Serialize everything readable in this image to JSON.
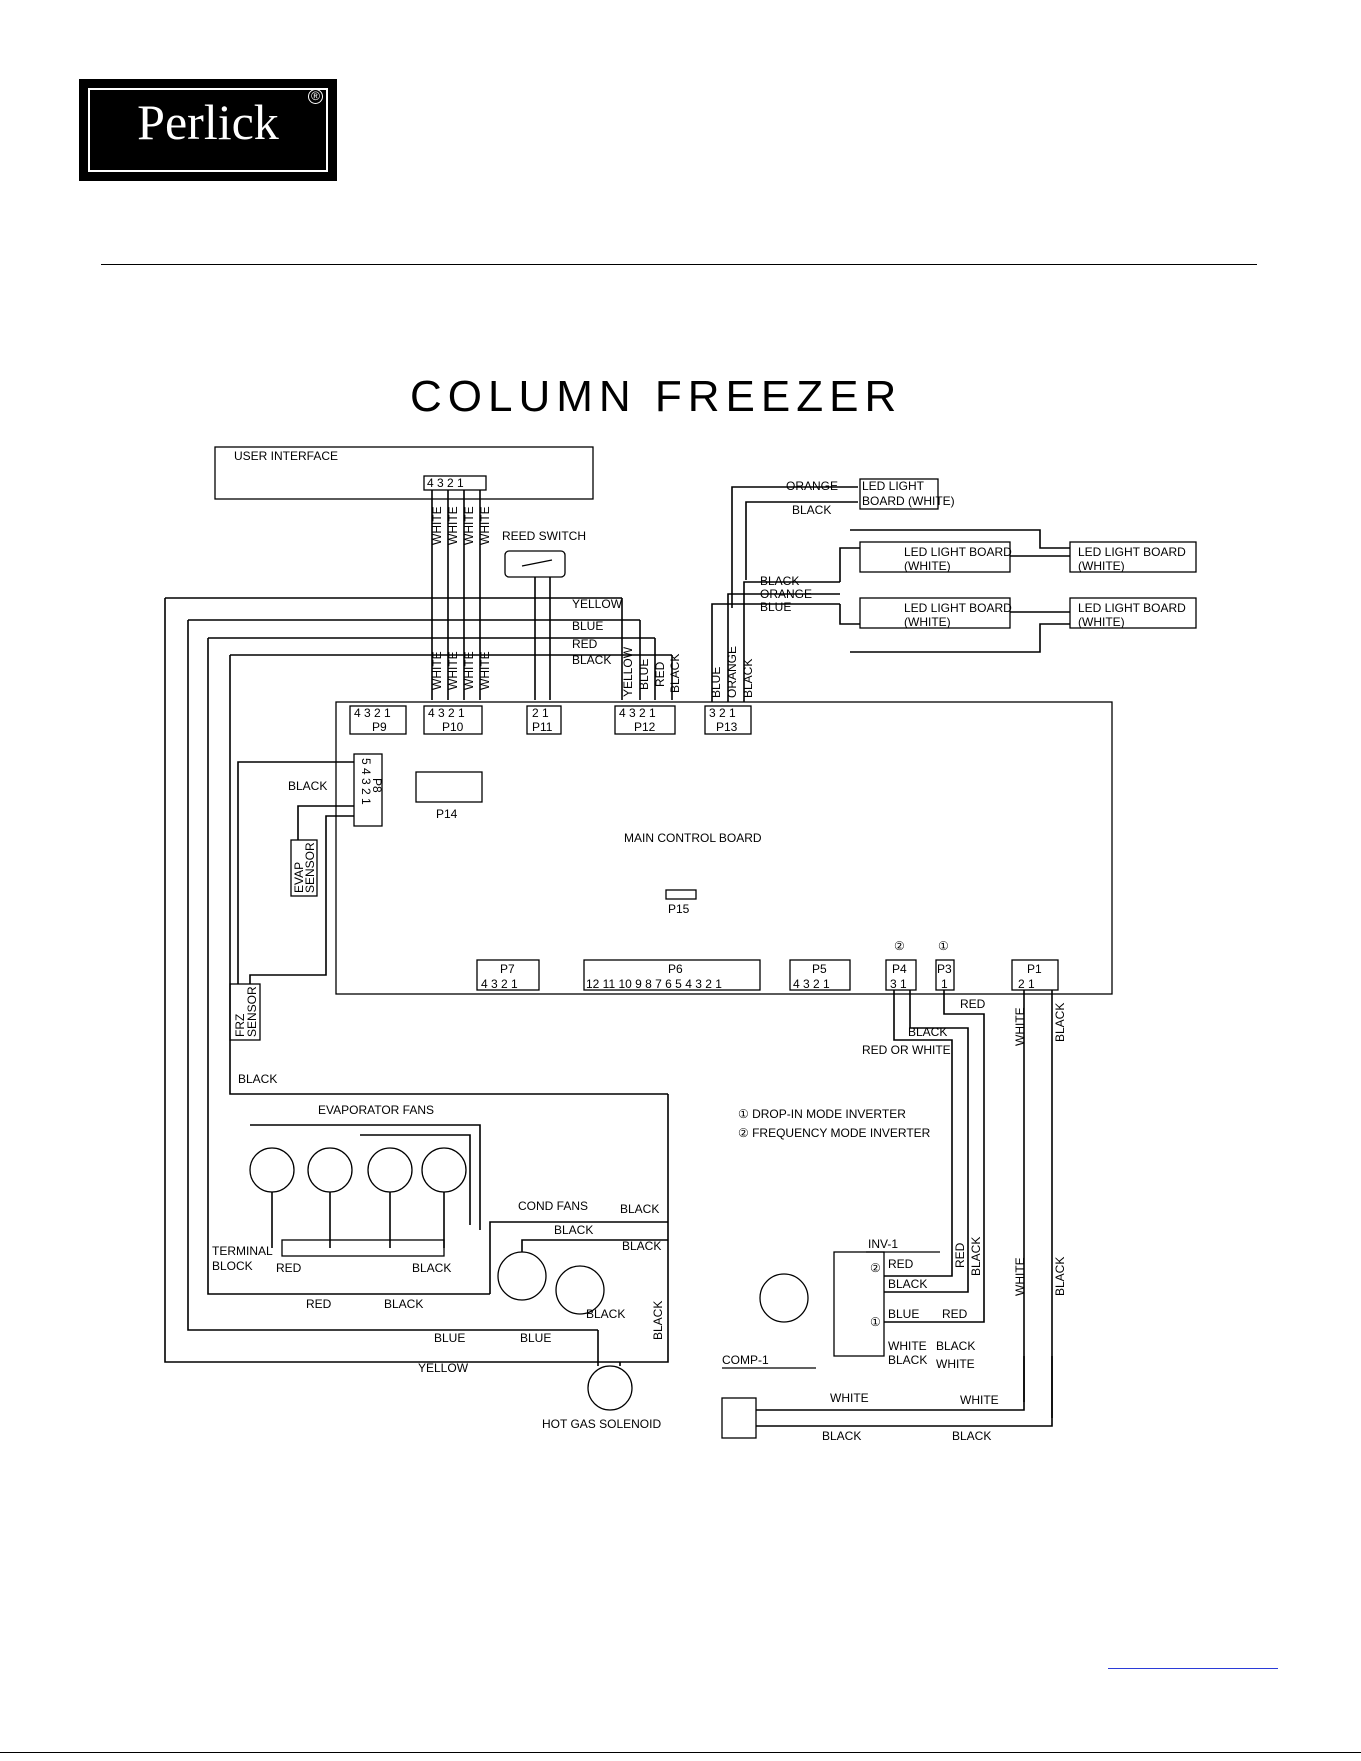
{
  "logo": {
    "brand": "Perlick",
    "registered": "®"
  },
  "title": "COLUMN FREEZER",
  "labels": {
    "user_interface": "USER INTERFACE",
    "reed_switch": "REED SWITCH",
    "main_control_board": "MAIN CONTROL BOARD",
    "evap_sensor_1": "EVAP",
    "evap_sensor_2": "SENSOR",
    "frz_sensor_1": "FRZ",
    "frz_sensor_2": "SENSOR",
    "evaporator_fans": "EVAPORATOR FANS",
    "cond_fans": "COND FANS",
    "terminal_block_1": "TERMINAL",
    "terminal_block_2": "BLOCK",
    "hot_gas_solenoid": "HOT GAS SOLENOID",
    "inv": "INV-1",
    "comp": "COMP-1",
    "led_board_top_1": "LED LIGHT",
    "led_board_top_2": "BOARD (WHITE)",
    "led_light_board": "LED LIGHT BOARD",
    "led_white": "(WHITE)",
    "note_1": "① DROP-IN MODE INVERTER",
    "note_2": "② FREQUENCY MODE INVERTER",
    "marker_1": "①",
    "marker_2": "②"
  },
  "connectors": {
    "p1": "P1",
    "p3": "P3",
    "p4": "P4",
    "p5": "P5",
    "p6": "P6",
    "p7": "P7",
    "p8": "P8",
    "p9": "P9",
    "p10": "P10",
    "p11": "P11",
    "p12": "P12",
    "p13": "P13",
    "p14": "P14",
    "p15": "P15"
  },
  "pins": {
    "ui": "4 3 2 1",
    "p9": "4 3 2 1",
    "p10": "4 3 2 1",
    "p11": "2 1",
    "p12": "4 3 2 1",
    "p13": "3 2 1",
    "p8": "5 4 3 2 1",
    "p7": "4 3 2 1",
    "p6": "12 11 10 9 8 7 6 5 4 3 2 1",
    "p5": "4 3 2 1",
    "p4": "3 1",
    "p3": "1",
    "p1": "2 1"
  },
  "wires": {
    "white": "WHITE",
    "black": "BLACK",
    "red": "RED",
    "blue": "BLUE",
    "yellow": "YELLOW",
    "orange": "ORANGE",
    "red_or_white": "RED OR WHITE"
  }
}
